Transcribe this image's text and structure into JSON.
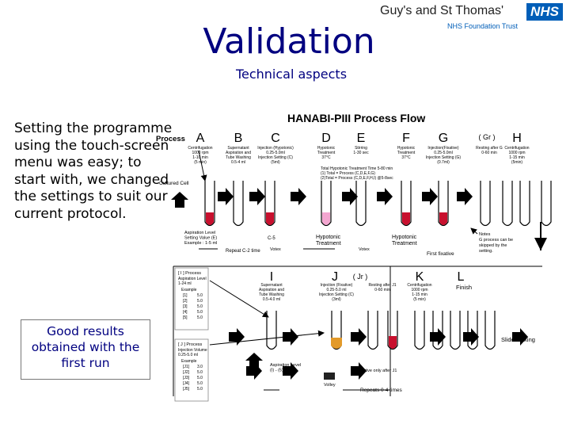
{
  "header": {
    "title": "Validation",
    "subtitle": "Technical aspects",
    "logo_org": "Guy's and St Thomas'",
    "logo_nhs": "NHS",
    "logo_trust": "NHS Foundation Trust"
  },
  "body": {
    "paragraph": "Setting the programme using the touch-screen menu was easy; to start with, we changed the settings to suit our current protocol.",
    "result_box": "Good results obtained with the first run"
  },
  "flow": {
    "title": "HANABI-PIII Process Flow",
    "process_label": "Process",
    "steps_top": [
      "A",
      "B",
      "C",
      "D",
      "E",
      "F",
      "G",
      "H"
    ],
    "step_g_suffix": "( Gr )",
    "step_captions_top": [
      [
        "Centrifugation",
        "1000 rpm",
        "1-10 min",
        "(5 min)"
      ],
      [
        "Supernatant",
        "Aspiration and",
        "Tube Washing",
        "0.5-4 ml"
      ],
      [
        "Injection (Hypotonic)",
        "0.25-5.0ml",
        "Injection Setting (C)",
        "(5ml)"
      ],
      [
        "Hypotonic",
        "Treatment",
        "37°C"
      ],
      [
        "Stirring",
        "1-30 sec"
      ],
      [
        "Hypotonic",
        "Treatment",
        "37°C"
      ],
      [
        "Injection(Fixative)",
        "0.25-5.0ml",
        "Injection Setting (G)",
        "(0.7ml)"
      ],
      [
        "Resting after G",
        "0-60 min"
      ],
      [
        "Centrifugation",
        "1000 rpm",
        "1-15 min",
        "(5min)"
      ]
    ],
    "timing_lines": [
      "Total Hypotonic Treatment Time 5-80 min",
      "(1) Total = Process (C,D,E,F,G)",
      "(2)Total = Process (C,D,E,F,H,I) @5-8sec"
    ],
    "cultured_cell": "Cultured Cell",
    "aspiration_level": [
      "Aspiration Level",
      "Setting Value (E)",
      "Example : 1-5 ml"
    ],
    "hypotonic_label": [
      "Hypotonic",
      "Treatment"
    ],
    "hypotonic_label_2": [
      "Hypotonic",
      "Treatment"
    ],
    "votex": "Votex",
    "first_fixative": "First fixative",
    "repeat_c2": "Repeat C-2 time",
    "notes": [
      "Notes",
      "G process can be",
      "skipped by the",
      "setting."
    ],
    "steps_bottom": [
      "I",
      "J",
      "K",
      "L"
    ],
    "step_j_suffix": "( Jr )",
    "step_captions_bottom": [
      [
        "Supernatant",
        "Aspiration and",
        "Tube Washing",
        "0.5-4.0 ml"
      ],
      [
        "Injection (Fixative)",
        "0.25-5.0 ml",
        "Injection Setting (C)",
        "(3ml)"
      ],
      [
        "Resting after J1",
        "0-60 min"
      ],
      [
        "Centrifugation",
        "1000 rpm",
        "1-15 min",
        "(5 min)"
      ]
    ],
    "finish": "Finish",
    "slide_making": "Slide making",
    "process_box_1": {
      "title": "[ I ] Process",
      "subtitle": [
        "Aspiration Level",
        "1-24 ml"
      ],
      "example": "Example",
      "rows": [
        [
          "[1]",
          "5.0"
        ],
        [
          "[2]",
          "5.0"
        ],
        [
          "[3]",
          "5.0"
        ],
        [
          "[4]",
          "5.0"
        ],
        [
          "[5]",
          "5.0"
        ]
      ]
    },
    "process_box_2": {
      "title": "[ J ] Process",
      "subtitle": [
        "Injection Volume",
        "0.25-5.0 ml"
      ],
      "example": "Example",
      "rows": [
        [
          "[J1]",
          "3.0"
        ],
        [
          "[J2]",
          "5.0"
        ],
        [
          "[J3]",
          "5.0"
        ],
        [
          "[J4]",
          "5.0"
        ],
        [
          "[J5]",
          "5.0"
        ]
      ]
    },
    "aspiration_level_bottom": [
      "Aspiration Level",
      "(I) - (5)"
    ],
    "effective_only": "Effective only after J1",
    "volley": "Volley",
    "repeats": "Repeats 0-4 times"
  }
}
